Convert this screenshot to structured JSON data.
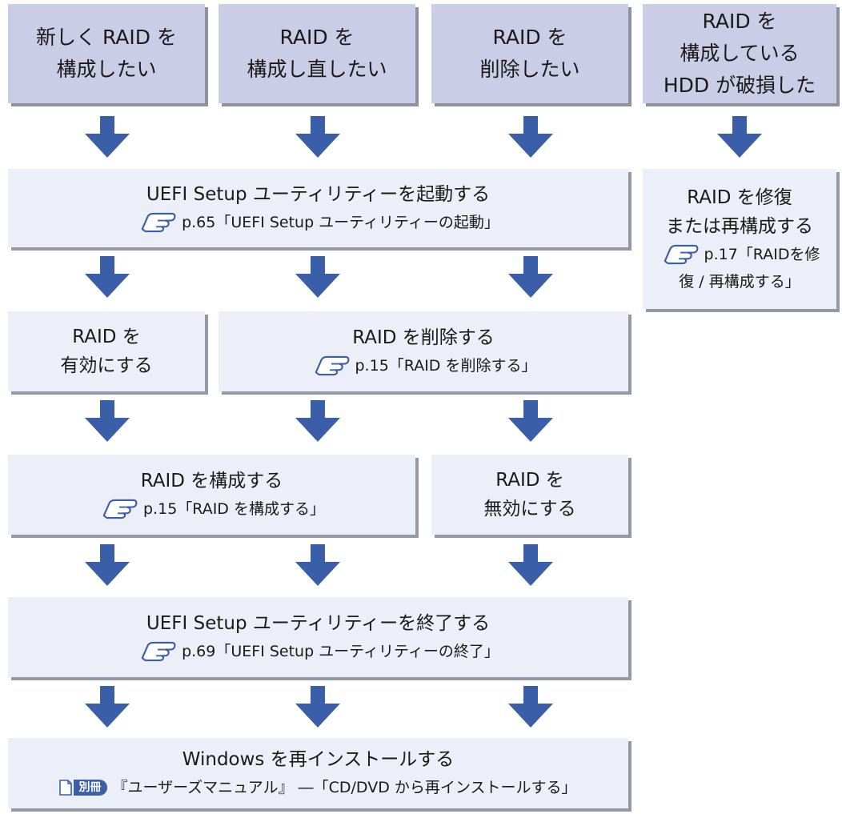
{
  "headers": [
    {
      "line1": "新しく RAID を",
      "line2": "構成したい"
    },
    {
      "line1": "RAID を",
      "line2": "構成し直したい"
    },
    {
      "line1": "RAID を",
      "line2": "削除したい"
    },
    {
      "line1": "RAID を",
      "line2": "構成している",
      "line3": "HDD が破損した"
    }
  ],
  "boxes": {
    "uefi_start": {
      "title": "UEFI Setup ユーティリティーを起動する",
      "ref": "p.65「UEFI Setup ユーティリティーの起動」"
    },
    "raid_repair": {
      "line1": "RAID を修復",
      "line2": "または再構成する",
      "ref1": "p.17「RAIDを修",
      "ref2": "復 / 再構成する」"
    },
    "raid_enable": {
      "line1": "RAID を",
      "line2": "有効にする"
    },
    "raid_delete": {
      "title": "RAID を削除する",
      "ref": "p.15「RAID を削除する」"
    },
    "raid_build": {
      "title": "RAID を構成する",
      "ref": "p.15「RAID を構成する」"
    },
    "raid_disable": {
      "line1": "RAID を",
      "line2": "無効にする"
    },
    "uefi_end": {
      "title": "UEFI Setup ユーティリティーを終了する",
      "ref": "p.69「UEFI Setup ユーティリティーの終了」"
    },
    "windows": {
      "title": "Windows を再インストールする",
      "badge": "別冊",
      "ref": "『ユーザーズマニュアル』 ―「CD/DVD から再インストールする」"
    }
  },
  "icons": {
    "reference": "pointing-hand-icon",
    "separate_volume": "manual-book-icon",
    "flow": "arrow-down-icon"
  },
  "colors": {
    "header_fill": "#c9cde6",
    "step_fill": "#eceef8",
    "shadow": "#8e91a0",
    "arrow": "#3a5fa8",
    "hand": "#3a5fa8"
  }
}
